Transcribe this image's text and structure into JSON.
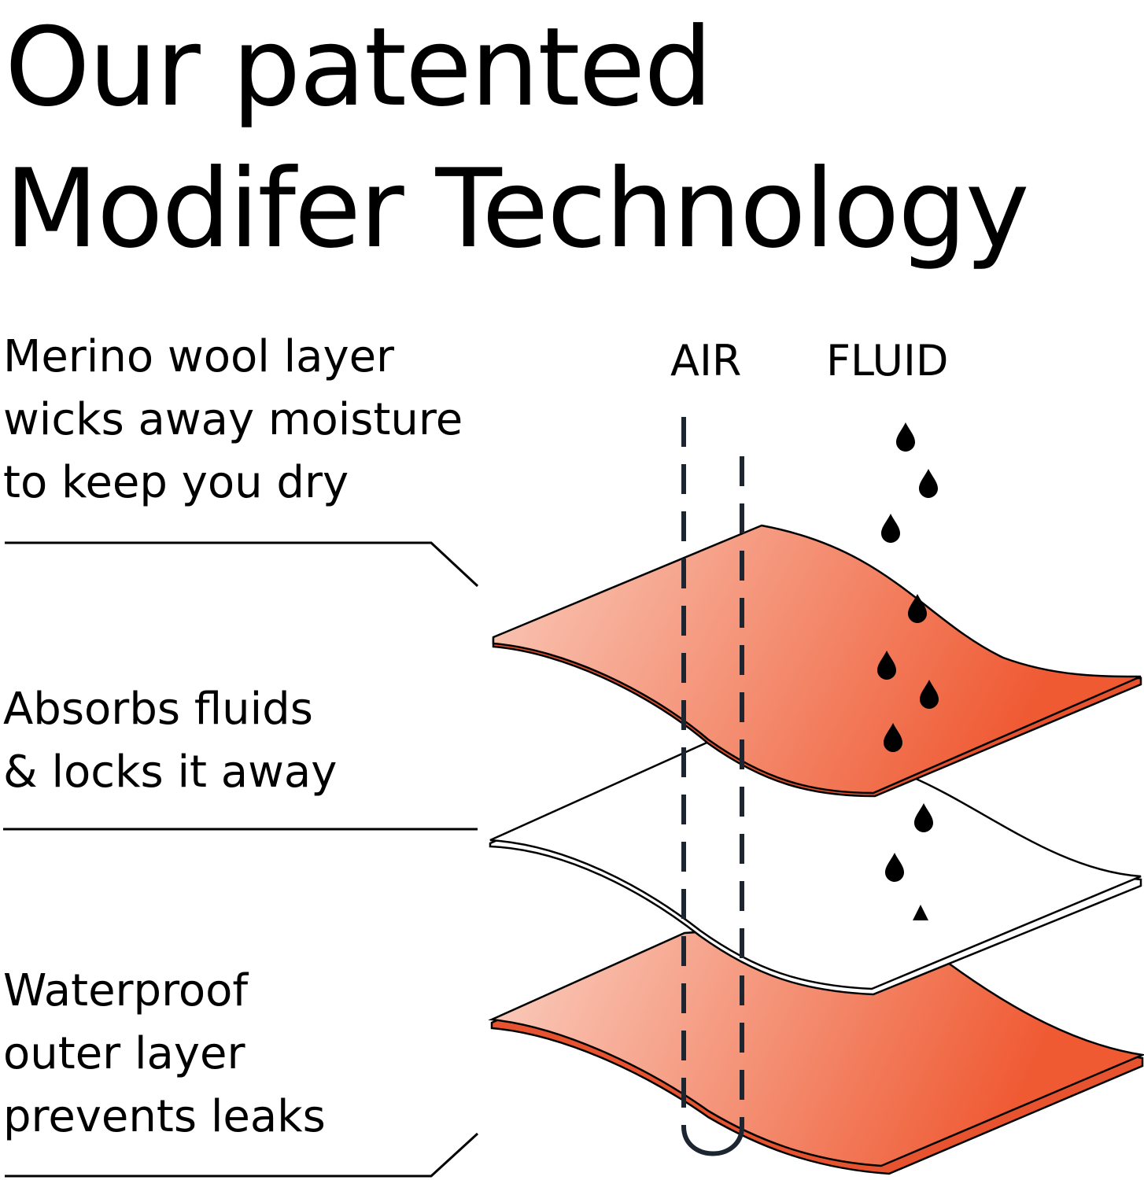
{
  "title": {
    "line1": "Our patented",
    "line2": "Modifer Technology"
  },
  "layers": [
    {
      "lines": [
        "Merino wool layer",
        "wicks away moisture",
        "to keep you dry"
      ],
      "color": "#ee6a44"
    },
    {
      "lines": [
        "Absorbs fluids",
        "& locks it away"
      ],
      "color": "#ffffff"
    },
    {
      "lines": [
        "Waterproof",
        "outer layer",
        "prevents leaks"
      ],
      "color": "#ee6a44"
    }
  ],
  "streams": {
    "air_label": "AIR",
    "fluid_label": "FLUID"
  },
  "colors": {
    "layer_light": "#f9c5b4",
    "layer_dark": "#ef5a33",
    "ink": "#000000",
    "air_line": "#1d2530"
  },
  "icons": {
    "droplet": "droplet-icon"
  }
}
